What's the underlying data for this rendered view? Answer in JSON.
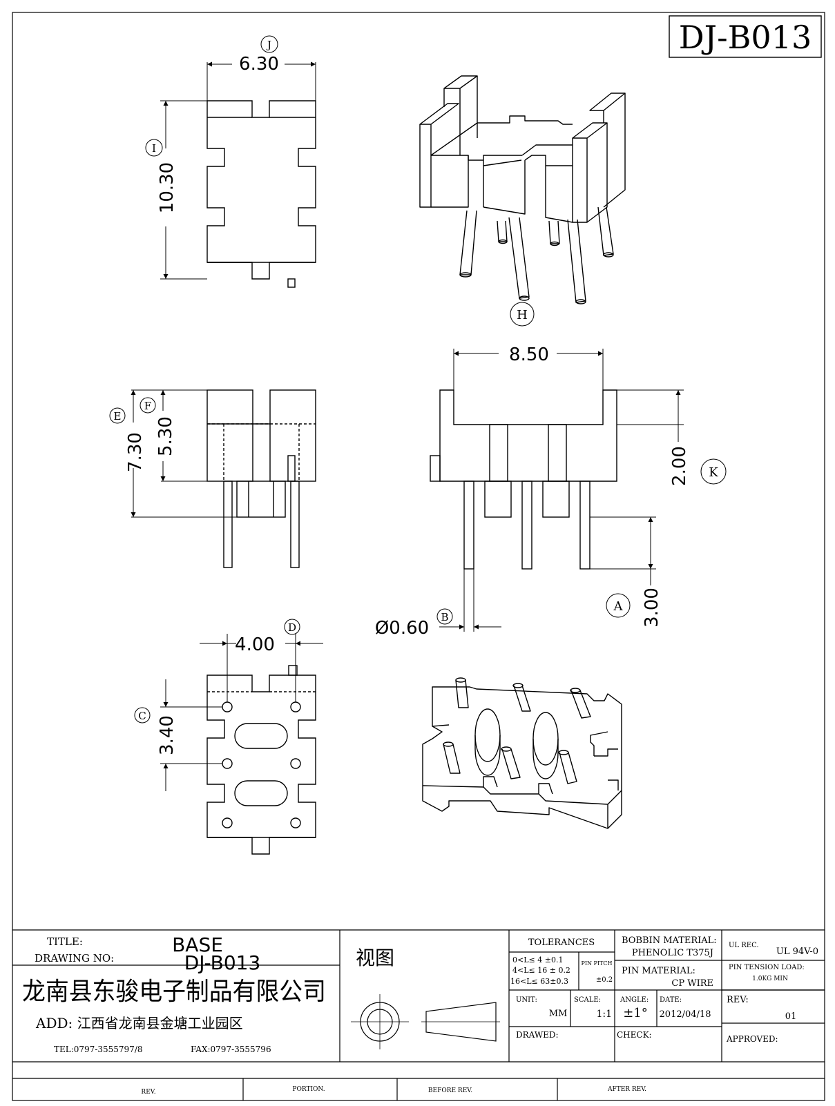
{
  "drawing_code": "DJ-B013",
  "dimensions": {
    "top_width": "6.30",
    "top_height": "10.30",
    "front_height_total": "7.30",
    "front_height_body": "5.30",
    "side_width": "8.50",
    "side_height": "2.00",
    "pin_length": "3.00",
    "pin_diameter": "Ø0.60",
    "bottom_pitch_x": "4.00",
    "bottom_pitch_y": "3.40"
  },
  "callouts": {
    "a": "A",
    "b": "B",
    "c": "C",
    "d": "D",
    "e": "E",
    "f": "F",
    "h": "H",
    "i": "I",
    "j": "J",
    "k": "K"
  },
  "title_block": {
    "title_label": "TITLE:",
    "title_value": "BASE",
    "drawing_no_label": "DRAWING NO:",
    "drawing_no_value": "DJ-B013",
    "company": "龙南县东骏电子制品有限公司",
    "address": "ADD: 江西省龙南县金塘工业园区",
    "tel": "TEL:0797-3555797/8",
    "fax": "FAX:0797-3555796",
    "view_label": "视图",
    "tolerances_label": "TOLERANCES",
    "tol_rows": [
      "0<L≤ 4  ±0.1",
      "4<L≤ 16  ±  0.2",
      "16<L≤ 63±0.3"
    ],
    "pin_pitch_label": "PIN PITCH",
    "pin_pitch_value": "±0.2",
    "bobbin_material_label": "BOBBIN MATERIAL:",
    "bobbin_material_value": "PHENOLIC T375J",
    "pin_material_label": "PIN MATERIAL:",
    "pin_material_value": "CP WIRE",
    "ul_rec_label": "UL REC.",
    "ul_rec_value": "UL  94V-0",
    "pin_tension_label": "PIN TENSION LOAD:",
    "pin_tension_value": "1.0KG MIN",
    "unit_label": "UNIT:",
    "unit_value": "MM",
    "scale_label": "SCALE:",
    "scale_value": "1:1",
    "angle_label": "ANGLE:",
    "angle_value": "±1°",
    "date_label": "DATE:",
    "date_value": "2012/04/18",
    "rev_label": "REV:",
    "rev_value": "01",
    "drawed_label": "DRAWED:",
    "check_label": "CHECK:",
    "approved_label": "APPROVED:",
    "rev_col": "REV.",
    "portion_col": "PORTION.",
    "before_rev_col": "BEFORE REV.",
    "after_rev_col": "AFTER REV."
  }
}
